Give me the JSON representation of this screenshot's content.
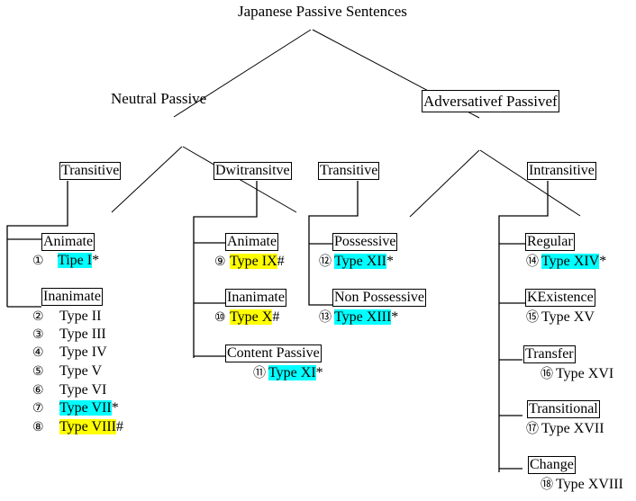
{
  "title": "Japanese Passive Sentences",
  "level1": {
    "neutral": "Neutral Passive",
    "adversative": "Adversativef Passivef"
  },
  "level2": {
    "neutral_transitive": "Transitive",
    "neutral_ditransitive": "Dwitransitve",
    "adversative_transitive": "Transitive",
    "adversative_intransitive": "Intransitive"
  },
  "colors": {
    "asterisk_highlight": "#00ffff",
    "hash_highlight": "#ffff00"
  },
  "groups": {
    "neutral_transitive": {
      "animate": {
        "label": "Animate",
        "items": [
          {
            "num": "①",
            "type": "Tipe I",
            "mark": "*",
            "highlight": "cyan"
          }
        ]
      },
      "inanimate": {
        "label": "Inanimate",
        "items": [
          {
            "num": "②",
            "type": "Type II",
            "mark": "",
            "highlight": "none"
          },
          {
            "num": "③",
            "type": "Type III",
            "mark": "",
            "highlight": "none"
          },
          {
            "num": "④",
            "type": "Type IV",
            "mark": "",
            "highlight": "none"
          },
          {
            "num": "⑤",
            "type": "Type V",
            "mark": "",
            "highlight": "none"
          },
          {
            "num": "⑥",
            "type": "Type VI",
            "mark": "",
            "highlight": "none"
          },
          {
            "num": "⑦",
            "type": "Type VII",
            "mark": "*",
            "highlight": "cyan"
          },
          {
            "num": "⑧",
            "type": "Type VIII",
            "mark": "#",
            "highlight": "yellow"
          }
        ]
      }
    },
    "neutral_ditransitive": {
      "animate": {
        "label": "Animate",
        "items": [
          {
            "num": "⑨",
            "type": "Type IX",
            "mark": "#",
            "highlight": "yellow"
          }
        ]
      },
      "inanimate": {
        "label": "Inanimate",
        "items": [
          {
            "num": "⑩",
            "type": "Type X",
            "mark": "#",
            "highlight": "yellow"
          }
        ]
      },
      "content": {
        "label": "Content Passive",
        "items": [
          {
            "num": "⑪",
            "type": "Type XI",
            "mark": "*",
            "highlight": "cyan"
          }
        ]
      }
    },
    "adversative_transitive": {
      "possessive": {
        "label": "Possessive",
        "items": [
          {
            "num": "⑫",
            "type": "Type XII",
            "mark": "*",
            "highlight": "cyan"
          }
        ]
      },
      "non_possessive": {
        "label": "Non Possessive",
        "items": [
          {
            "num": "⑬",
            "type": "Type XIII",
            "mark": "*",
            "highlight": "cyan"
          }
        ]
      }
    },
    "adversative_intransitive": {
      "regular": {
        "label": "Regular",
        "items": [
          {
            "num": "⑭",
            "type": "Type XIV",
            "mark": "*",
            "highlight": "cyan"
          }
        ]
      },
      "existence": {
        "label": "KExistence",
        "items": [
          {
            "num": "⑮",
            "type": "Type XV",
            "mark": "",
            "highlight": "none"
          }
        ]
      },
      "transfer": {
        "label": "Transfer",
        "items": [
          {
            "num": "⑯",
            "type": "Type XVI",
            "mark": "",
            "highlight": "none"
          }
        ]
      },
      "transitional": {
        "label": "Transitional",
        "items": [
          {
            "num": "⑰",
            "type": "Type XVII",
            "mark": "",
            "highlight": "none"
          }
        ]
      },
      "change": {
        "label": "Change",
        "items": [
          {
            "num": "⑱",
            "type": "Type XVIII",
            "mark": "",
            "highlight": "none"
          }
        ]
      }
    }
  }
}
